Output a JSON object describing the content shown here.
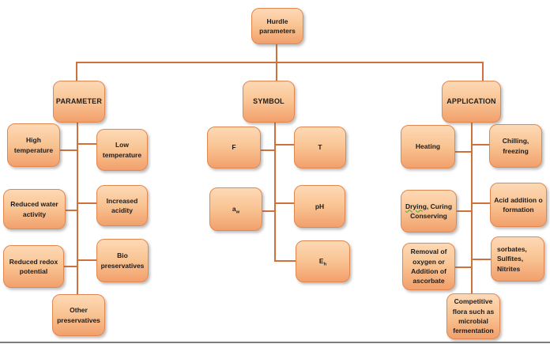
{
  "root": {
    "label": "Hurdle\nparameters"
  },
  "colors": {
    "box_gradient_top": "#fdd9b6",
    "box_gradient_bottom": "#f1a06c",
    "box_border": "#e2874e",
    "connector": "#d0713c",
    "text": "#1c1c1c",
    "grammar_flag_underline": "#3aaa35"
  },
  "groups": {
    "parameter": {
      "header": "PARAMETER",
      "children": {
        "high_temp": "High\ntemperature",
        "low_temp": "Low\ntemperature",
        "water_activity": "Reduced water\nactivity",
        "acidity": "Increased\nacidity",
        "redox": "Reduced redox\npotential",
        "bio": "Bio\npreservatives",
        "other": "Other\npreservatives"
      }
    },
    "symbol": {
      "header": "SYMBOL",
      "children": {
        "f": {
          "main": "F"
        },
        "t": {
          "main": "T"
        },
        "aw": {
          "main": "a",
          "sub": "w"
        },
        "ph": {
          "main": "pH"
        },
        "eh": {
          "main": "E",
          "sub": "h"
        }
      }
    },
    "application": {
      "header": "APPLICATION",
      "children": {
        "heating": "Heating",
        "chilling": "Chilling,\nfreezing",
        "drying_flagged": "Drying,",
        "drying_rest": " Curing\nConserving",
        "acid": "Acid addition o\nformation",
        "removal": "Removal of\noxygen or\nAddition of\nascorbate",
        "sorbates": "sorbates,\nSulfites,\nNitrites",
        "competitive": "Competitive\nflora such as\nmicrobial\nfermentation"
      }
    }
  }
}
